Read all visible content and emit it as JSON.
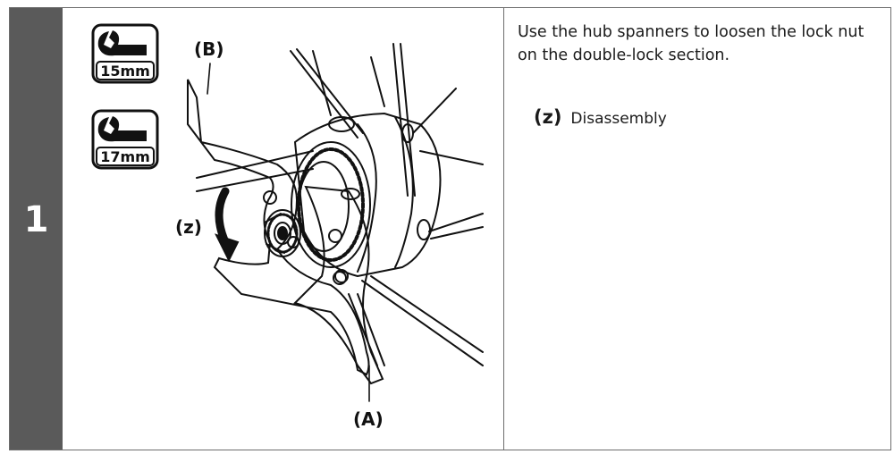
{
  "step": {
    "number": "1"
  },
  "tools": [
    {
      "icon": "spanner-icon",
      "size_label": "15mm"
    },
    {
      "icon": "spanner-icon",
      "size_label": "17mm"
    }
  ],
  "illustration": {
    "callout_a": "(A)",
    "callout_b": "(B)",
    "callout_z": "(z)"
  },
  "instruction": {
    "text": "Use the hub spanners to loosen the lock nut on the double-lock section."
  },
  "legend": {
    "key": "(z)",
    "label": "Disassembly"
  }
}
